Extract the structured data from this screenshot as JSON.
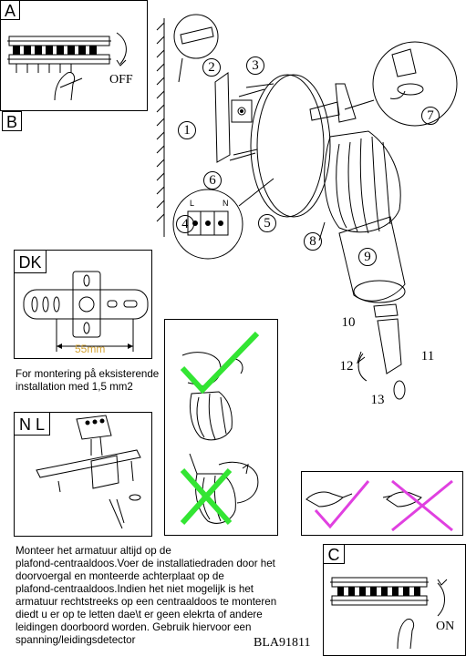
{
  "sections": {
    "a": {
      "label": "A",
      "state": "OFF"
    },
    "b": {
      "label": "B"
    },
    "c": {
      "label": "C",
      "state": "ON"
    }
  },
  "callouts": [
    "1",
    "2",
    "3",
    "4",
    "5",
    "6",
    "7",
    "8",
    "9",
    "10",
    "11",
    "12",
    "13"
  ],
  "wiring": {
    "terminal_l": "L",
    "terminal_n": "N"
  },
  "dk": {
    "label": "DK",
    "dimension": "55mm",
    "note_line1": "For montering på eksisterende",
    "note_line2": "installation med 1,5 mm2"
  },
  "nl": {
    "label": "N L",
    "text_lines": [
      "Monteer het armatuur altijd op de",
      "plafond-centraaldoos.Voer de installatiedraden door het",
      "doorvoergal en monteerde achterplaat op de",
      "plafond-centraaldoos.Indien het niet mogelijk is het",
      "armatuur rechtstreeks op een centraaldoos te monteren",
      "diedt u er op te letten dae\\t er geen elekrta of andere",
      "leidingen doorboord worden. Gebruik hiervoor een",
      "spanning/leidingsdetector"
    ]
  },
  "model": "BLA91811",
  "colors": {
    "check": "#33e533",
    "cross_green": "#33e533",
    "magenta": "#e040e0",
    "gold": "#d4a437"
  }
}
